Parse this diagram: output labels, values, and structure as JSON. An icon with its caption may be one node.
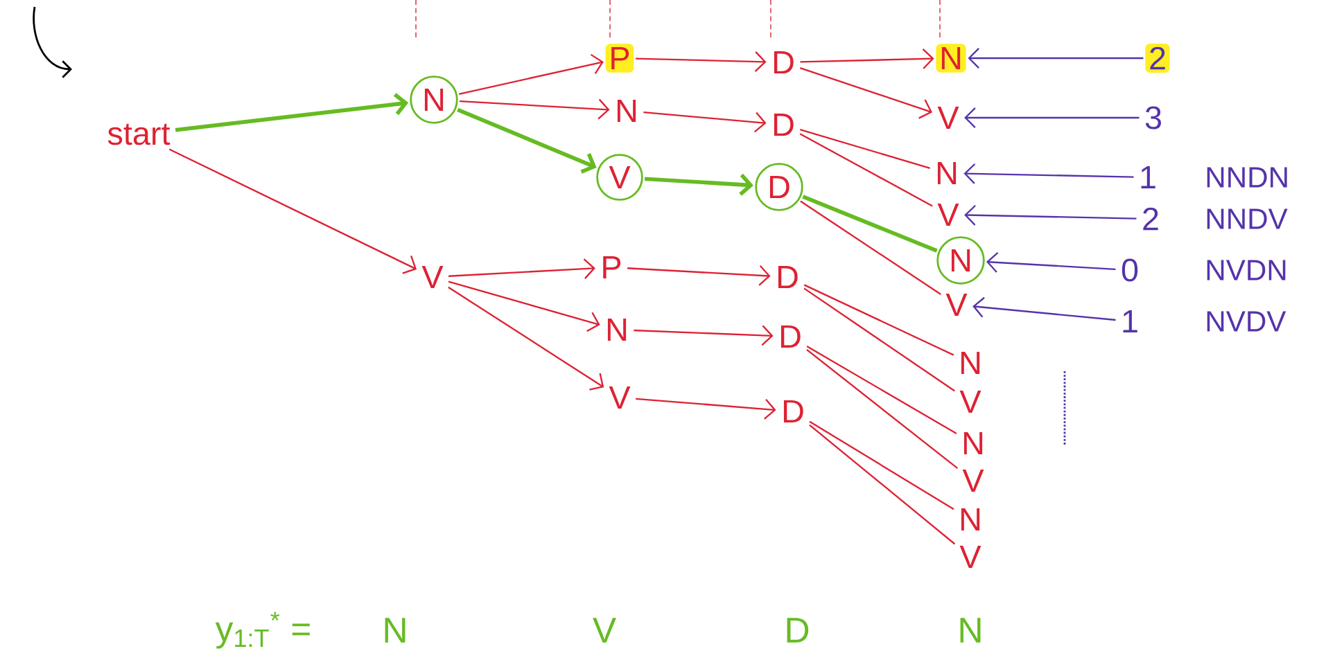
{
  "diagram": {
    "nodes": [
      {
        "text": [
          "start"
        ]
      },
      {
        "text": [
          "N"
        ]
      },
      {
        "text": [
          "V"
        ]
      },
      {
        "text": [
          "P"
        ]
      },
      {
        "text": [
          "N"
        ]
      },
      {
        "text": [
          "V"
        ]
      },
      {
        "text": [
          "P"
        ]
      },
      {
        "text": [
          "N"
        ]
      },
      {
        "text": [
          "V"
        ]
      },
      {
        "text": [
          "D"
        ]
      },
      {
        "text": [
          "D"
        ]
      },
      {
        "text": [
          "D"
        ]
      },
      {
        "text": [
          "D"
        ]
      },
      {
        "text": [
          "D"
        ]
      },
      {
        "text": [
          "D"
        ]
      },
      {
        "text": [
          "N"
        ]
      },
      {
        "text": [
          "V"
        ]
      },
      {
        "text": [
          "N"
        ]
      },
      {
        "text": [
          "V"
        ]
      },
      {
        "text": [
          "N"
        ]
      },
      {
        "text": [
          "V"
        ]
      },
      {
        "text": [
          "N"
        ]
      },
      {
        "text": [
          "V"
        ]
      },
      {
        "text": [
          "N"
        ]
      },
      {
        "text": [
          "V"
        ]
      },
      {
        "text": [
          "N"
        ]
      },
      {
        "text": [
          "V"
        ]
      },
      {
        "text": [
          "2"
        ]
      },
      {
        "text": [
          "3"
        ]
      },
      {
        "text": [
          "1"
        ],
        "beside": [
          "NNDN"
        ]
      },
      {
        "text": [
          "2"
        ],
        "beside": [
          "NNDV"
        ]
      },
      {
        "text": [
          "0"
        ],
        "beside": [
          "NVDN"
        ]
      },
      {
        "text": [
          "1"
        ],
        "beside": [
          "NVDV"
        ]
      }
    ],
    "edges": [
      {
        "from": 0,
        "to": 1,
        "arrow": "to",
        "style": "thick",
        "color": "#66bb22"
      },
      {
        "from": 0,
        "to": 2,
        "arrow": "to"
      },
      {
        "from": 1,
        "to": 3,
        "arrow": "to"
      },
      {
        "from": 1,
        "to": 4,
        "arrow": "to"
      },
      {
        "from": 1,
        "to": 5,
        "arrow": "to",
        "style": "thick",
        "color": "#66bb22"
      },
      {
        "from": 2,
        "to": 6,
        "arrow": "to"
      },
      {
        "from": 2,
        "to": 7,
        "arrow": "to"
      },
      {
        "from": 2,
        "to": 8,
        "arrow": "to"
      },
      {
        "from": 3,
        "to": 9,
        "arrow": "to"
      },
      {
        "from": 4,
        "to": 10,
        "arrow": "to"
      },
      {
        "from": 5,
        "to": 11,
        "arrow": "to",
        "style": "thick",
        "color": "#66bb22"
      },
      {
        "from": 6,
        "to": 12,
        "arrow": "to"
      },
      {
        "from": 7,
        "to": 13,
        "arrow": "to"
      },
      {
        "from": 8,
        "to": 14,
        "arrow": "to"
      },
      {
        "from": 9,
        "to": 15,
        "arrow": "to"
      },
      {
        "from": 9,
        "to": 16,
        "arrow": "to"
      },
      {
        "from": 10,
        "to": 17,
        "arrow": "none"
      },
      {
        "from": 10,
        "to": 18,
        "arrow": "none"
      },
      {
        "from": 11,
        "to": 19,
        "arrow": "none",
        "style": "thick",
        "color": "#66bb22"
      },
      {
        "from": 11,
        "to": 20,
        "arrow": "none"
      },
      {
        "from": 12,
        "to": 21,
        "arrow": "none"
      },
      {
        "from": 12,
        "to": 22,
        "arrow": "none"
      },
      {
        "from": 13,
        "to": 23,
        "arrow": "none"
      },
      {
        "from": 13,
        "to": 24,
        "arrow": "none"
      },
      {
        "from": 14,
        "to": 25,
        "arrow": "none"
      },
      {
        "from": 14,
        "to": 26,
        "arrow": "none"
      },
      {
        "from": 27,
        "to": 15,
        "arrow": "to",
        "color": "#5533aa"
      },
      {
        "from": 28,
        "to": 16,
        "arrow": "to",
        "color": "#5533aa"
      },
      {
        "from": 29,
        "to": 17,
        "arrow": "to",
        "color": "#5533aa"
      },
      {
        "from": 30,
        "to": 18,
        "arrow": "to",
        "color": "#5533aa"
      },
      {
        "from": 31,
        "to": 19,
        "arrow": "to",
        "color": "#5533aa"
      },
      {
        "from": 32,
        "to": 20,
        "arrow": "to",
        "color": "#5533aa"
      }
    ],
    "labels": [
      "y$_{1:T}$$^{*}$ =",
      "N",
      "V",
      "D",
      "N"
    ]
  }
}
